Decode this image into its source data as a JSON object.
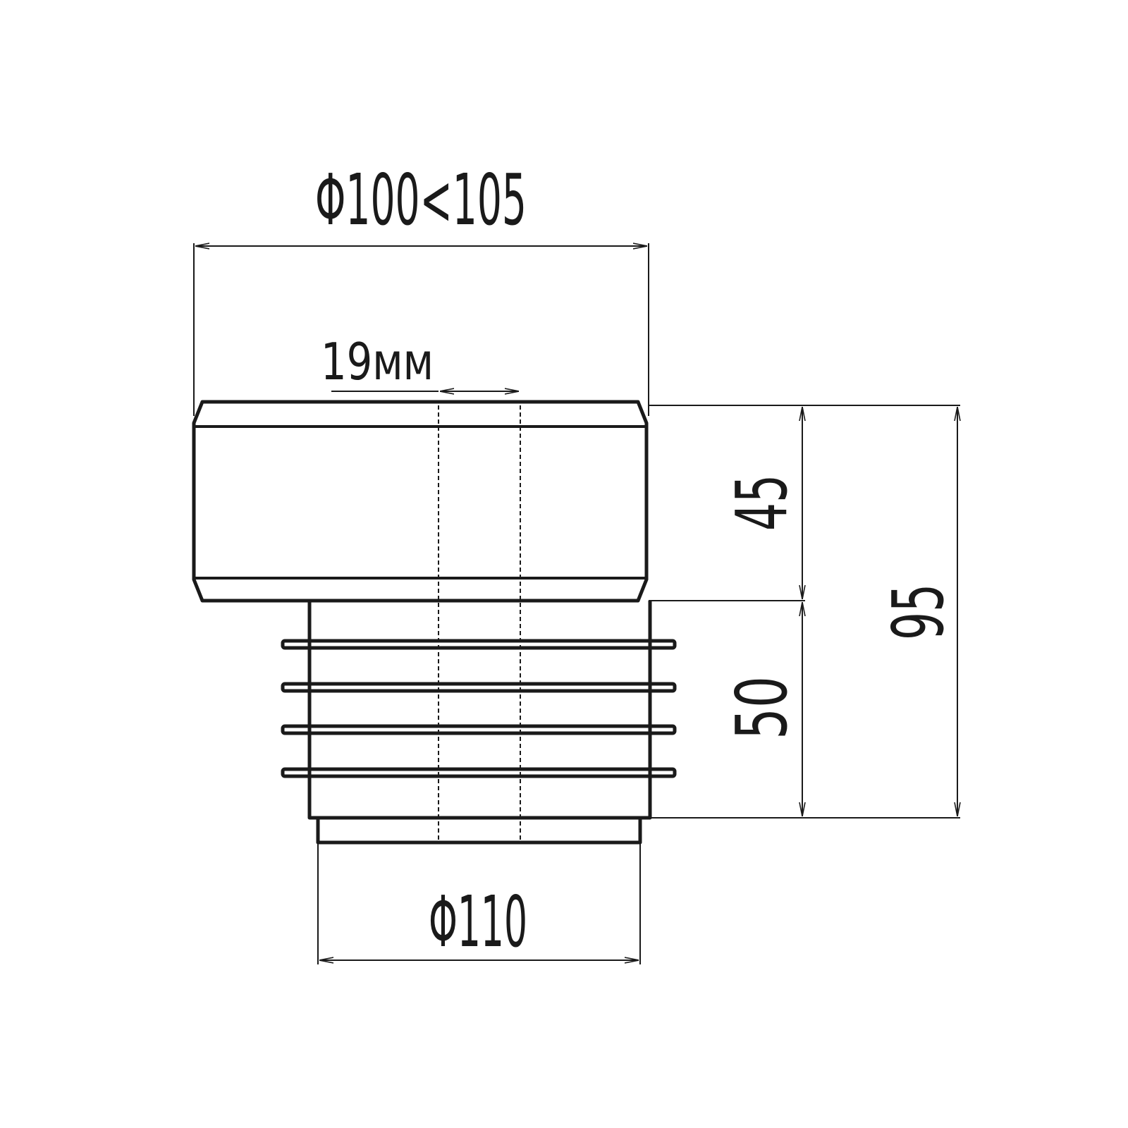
{
  "colors": {
    "line": "#1a1a1a",
    "background": "#ffffff"
  },
  "dimensions": {
    "top_diameter": "Φ100<105",
    "wall_gap": "19мм",
    "socket_height": "45",
    "ribbed_height": "50",
    "total_height": "95",
    "bottom_diameter": "Φ110"
  }
}
